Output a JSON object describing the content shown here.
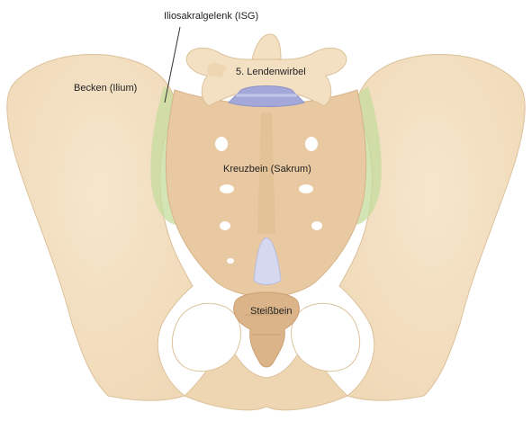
{
  "labels": {
    "isg": "Iliosakralgelenk (ISG)",
    "ilium": "Becken (Ilium)",
    "lumbar": "5. Lendenwirbel",
    "sacrum": "Kreuzbein (Sakrum)",
    "coccyx": "Steißbein"
  },
  "colors": {
    "bone": "#f3dfc1",
    "bone_outline": "#d9be98",
    "sacrum": "#e8c9a2",
    "coccyx": "#dcb48a",
    "joint_highlight": "#b9d48a",
    "disc": "#a4a8d8",
    "foramen": "#ffffff",
    "leader_line": "#333333"
  }
}
